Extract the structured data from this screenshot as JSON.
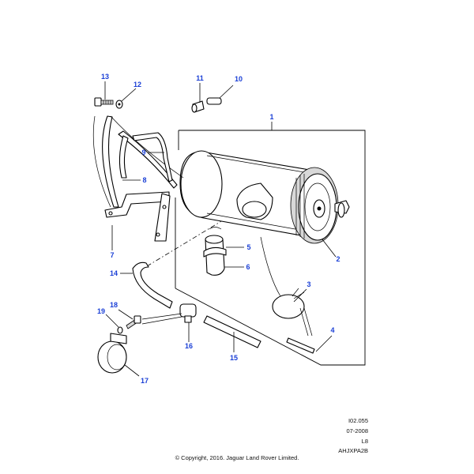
{
  "callouts": {
    "c1": "1",
    "c2": "2",
    "c3": "3",
    "c4": "4",
    "c5": "5",
    "c6": "6",
    "c7": "7",
    "c8": "8",
    "c9": "9",
    "c10": "10",
    "c11": "11",
    "c12": "12",
    "c13": "13",
    "c14": "14",
    "c15": "15",
    "c16": "16",
    "c17": "17",
    "c18": "18",
    "c19": "19"
  },
  "meta": {
    "ref": "I02.055",
    "date": "07-2008",
    "model": "L8",
    "code": "AHJXPA2B"
  },
  "copyright": "© Copyright, 2016. Jaguar Land Rover Limited.",
  "colors": {
    "callout": "#1a3fd6",
    "line": "#000000",
    "background": "#ffffff"
  }
}
